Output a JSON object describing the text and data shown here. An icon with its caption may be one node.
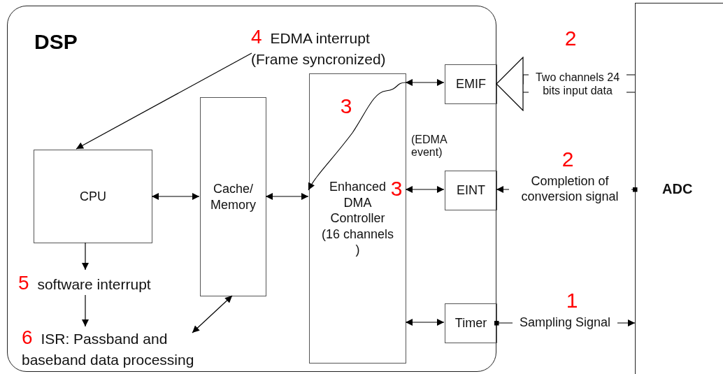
{
  "diagram": {
    "nodes": [
      {
        "text": [
          "DSP"
        ]
      },
      {
        "text": [
          "CPU"
        ],
        "in": 0
      },
      {
        "text": [
          "Cache/ Memory"
        ],
        "in": 0
      },
      {
        "text": [
          "Enhanced DMA Controller (16 channels )"
        ],
        "in": 0
      },
      {
        "text": [
          "EMIF"
        ],
        "in": 0
      },
      {
        "text": [
          "EINT"
        ],
        "in": 0
      },
      {
        "text": [
          "Timer"
        ],
        "in": 0
      },
      {
        "text": [
          "ADC"
        ]
      },
      {
        "text": [
          "4",
          "EDMA interrupt (Frame syncronized)"
        ],
        "in": 0
      },
      {
        "text": [
          "5",
          "software interrupt"
        ],
        "in": 0
      },
      {
        "text": [
          "6",
          "ISR: Passband and baseband data processing"
        ],
        "in": 0
      }
    ],
    "edges": [
      {
        "from": 8,
        "to": 1,
        "arrow": "to"
      },
      {
        "from": 1,
        "to": 2,
        "arrow": "both"
      },
      {
        "from": 2,
        "to": 3,
        "arrow": "both"
      },
      {
        "from": 3,
        "to": 4,
        "arrow": "both"
      },
      {
        "from": 3,
        "to": 5,
        "arrow": "both"
      },
      {
        "from": 3,
        "to": 6,
        "arrow": "both"
      },
      {
        "from": 7,
        "to": 4,
        "arrow": "to",
        "label": "Two channels 24 bits input data"
      },
      {
        "from": 7,
        "to": 5,
        "arrow": "to",
        "label": "Completion of conversion signal"
      },
      {
        "from": 6,
        "to": 7,
        "arrow": "to",
        "label": "Sampling Signal"
      },
      {
        "from": 1,
        "to": 9,
        "arrow": "to"
      },
      {
        "from": 9,
        "to": 10,
        "arrow": "to"
      },
      {
        "from": 2,
        "to": 10,
        "arrow": "both"
      }
    ],
    "labels": [
      "2",
      "3",
      "(EDMA event)",
      "2",
      "3",
      "1"
    ]
  }
}
